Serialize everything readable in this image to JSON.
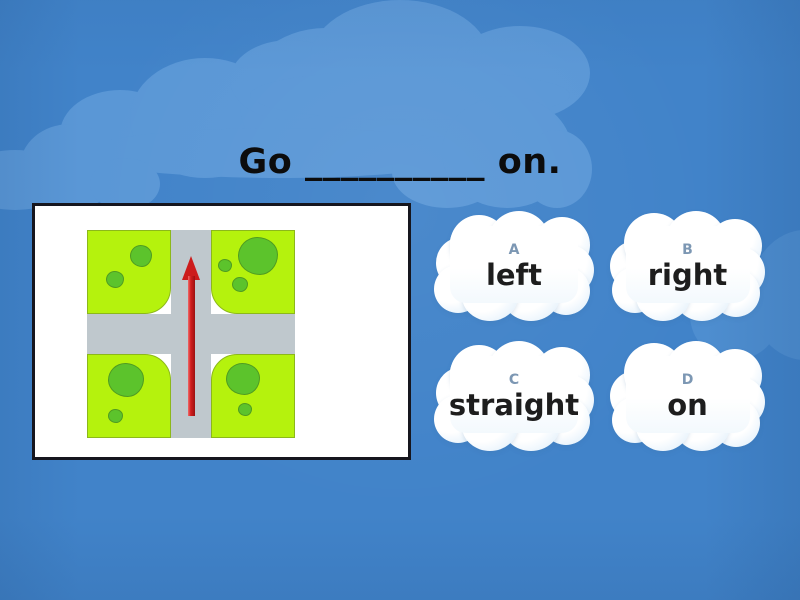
{
  "theme": {
    "background_color": "#4183c9",
    "cloud_color": "#5a97d6",
    "answer_cloud_color": "#ffffff",
    "option_letter_color": "#7c97b3",
    "option_text_color": "#1d1d1d",
    "question_text_color": "#0c0c0c",
    "frame_border_color": "#16161e",
    "grass_color": "#b5f20d",
    "bush_color": "#5cc32c",
    "road_color": "#bfc8cd",
    "arrow_color": "#cc1c1c"
  },
  "quiz": {
    "question": "Go __________ on.",
    "options": [
      {
        "letter": "A",
        "label": "left"
      },
      {
        "letter": "B",
        "label": "right"
      },
      {
        "letter": "C",
        "label": "straight"
      },
      {
        "letter": "D",
        "label": "on"
      }
    ]
  },
  "illustration": {
    "name": "crossroads-intersection-with-straight-ahead-arrow",
    "description": "Top-down view of a four-way crossroads with green grass quadrants containing trees and bushes, grey roads, and a red arrow pointing straight ahead (upward) through the junction.",
    "arrow_direction": "up"
  }
}
